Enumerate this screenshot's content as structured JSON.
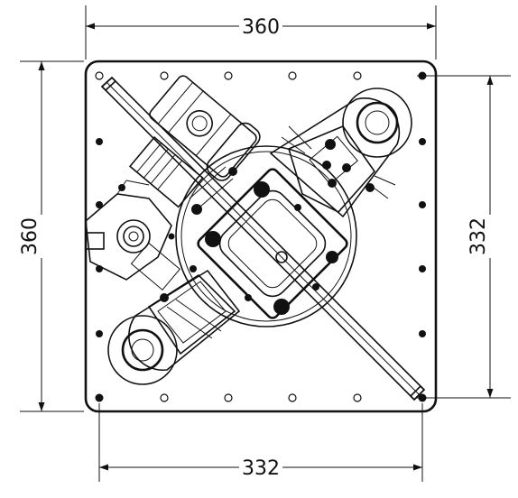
{
  "dimensions": {
    "top_width": "360",
    "left_height": "360",
    "right_height": "332",
    "bottom_width": "332"
  }
}
